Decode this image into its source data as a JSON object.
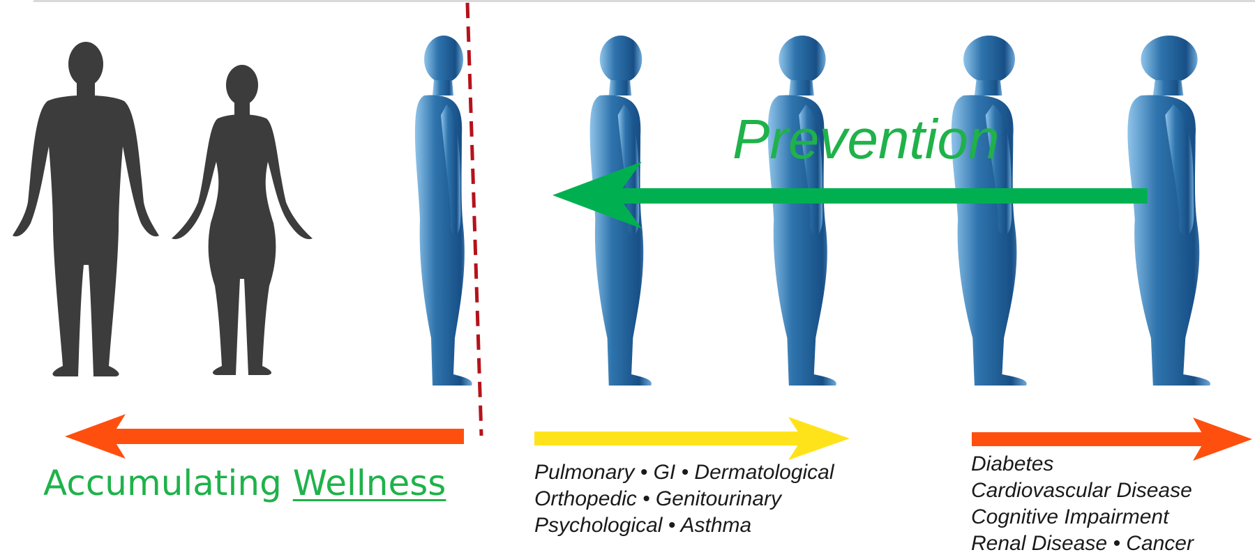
{
  "title": "Prevention",
  "wellness": {
    "prefix": "Accumulating ",
    "underlined": "Wellness"
  },
  "middle_conditions": [
    "Pulmonary • GI • Dermatological",
    "Orthopedic • Genitourinary",
    "Psychological • Asthma"
  ],
  "right_conditions": [
    "Diabetes",
    "Cardiovascular Disease",
    "Cognitive Impairment",
    "Renal Disease • Cancer"
  ],
  "colors": {
    "prevention_green": "#1fb24a",
    "wellness_arrow": "#ff4f0f",
    "mid_arrow": "#ffe31a",
    "right_arrow": "#ff4f0f",
    "divider": "#b5121b",
    "silhouette": "#3c3c3c",
    "body_blue": "#2f74ad"
  },
  "icons": [
    "male-silhouette-icon",
    "female-silhouette-icon",
    "body-profile-icon"
  ]
}
